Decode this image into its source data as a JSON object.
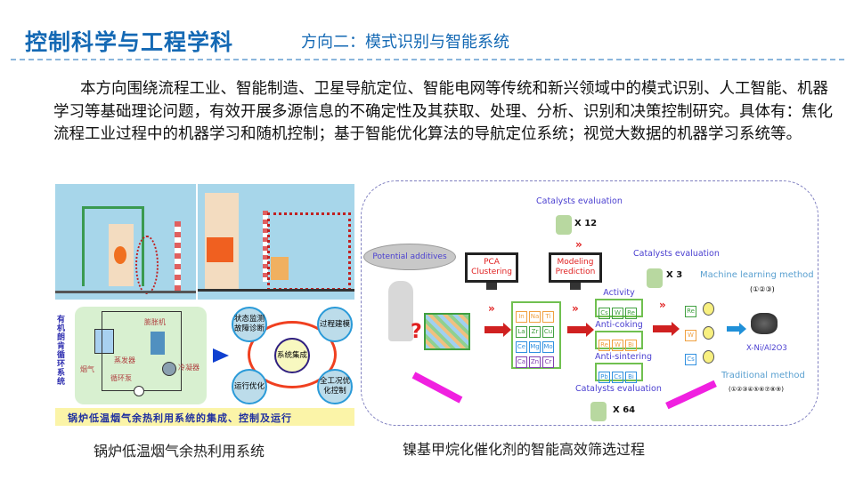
{
  "header": {
    "title": "控制科学与工程学科",
    "subtitle": "方向二：模式识别与智能系统"
  },
  "body": {
    "paragraph": "本方向围绕流程工业、智能制造、卫星导航定位、智能电网等传统和新兴领域中的模式识别、人工智能、机器学习等基础理论问题，有效开展多源信息的不确定性及其获取、处理、分析、识别和决策控制研究。具体有：焦化流程工业过程中的机器学习和随机控制；基于智能优化算法的导航定位系统；视觉大数据的机器学习系统等。"
  },
  "left_figure": {
    "caption": "锅炉低温烟气余热利用系统",
    "side_label": "有机朗肯循环系统",
    "labels": {
      "expander": "膨胀机",
      "evaporator": "蒸发器",
      "flue_gas": "烟气",
      "condenser": "冷凝器",
      "pump": "循环泵"
    },
    "nodes": [
      "状态监测故障诊断",
      "过程建模",
      "系统集成",
      "运行优化",
      "全工况优化控制"
    ],
    "banner": "锅炉低温烟气余热利用系统的集成、控制及运行"
  },
  "right_figure": {
    "caption": "镍基甲烷化催化剂的智能高效筛选过程",
    "potential": "Potential additives",
    "eval_top": "Catalysts evaluation",
    "x12": "X 12",
    "pca": "PCA Clustering",
    "modeling": "Modeling Prediction",
    "eval_mid": "Catalysts evaluation",
    "x3": "X 3",
    "ml_method": "Machine learning method",
    "ml_cost": "(①②③)",
    "grid": [
      [
        "In",
        "Na",
        "Ti"
      ],
      [
        "La",
        "Zr",
        "Cu"
      ],
      [
        "Ce",
        "Mg",
        "Mo"
      ],
      [
        "Ca",
        "Zn",
        "Cr"
      ]
    ],
    "grid_colors": [
      "#f0a040",
      "#40a040",
      "#3090e0",
      "#8040b0"
    ],
    "groups": [
      {
        "label": "Activity",
        "items": [
          "Cs",
          "W",
          "Re"
        ]
      },
      {
        "label": "Anti-coking",
        "items": [
          "Re",
          "W",
          "Bi"
        ]
      },
      {
        "label": "Anti-sintering",
        "items": [
          "Pb",
          "Cs",
          "Bi"
        ]
      }
    ],
    "selected": [
      "Re",
      "W",
      "Cs"
    ],
    "product": "X-Ni/Al2O3",
    "trad_method": "Traditional method",
    "trad_cost": "(①②③④⑤⑥⑦⑧⑨)",
    "eval_bottom": "Catalysts evaluation",
    "x64": "X 64"
  }
}
